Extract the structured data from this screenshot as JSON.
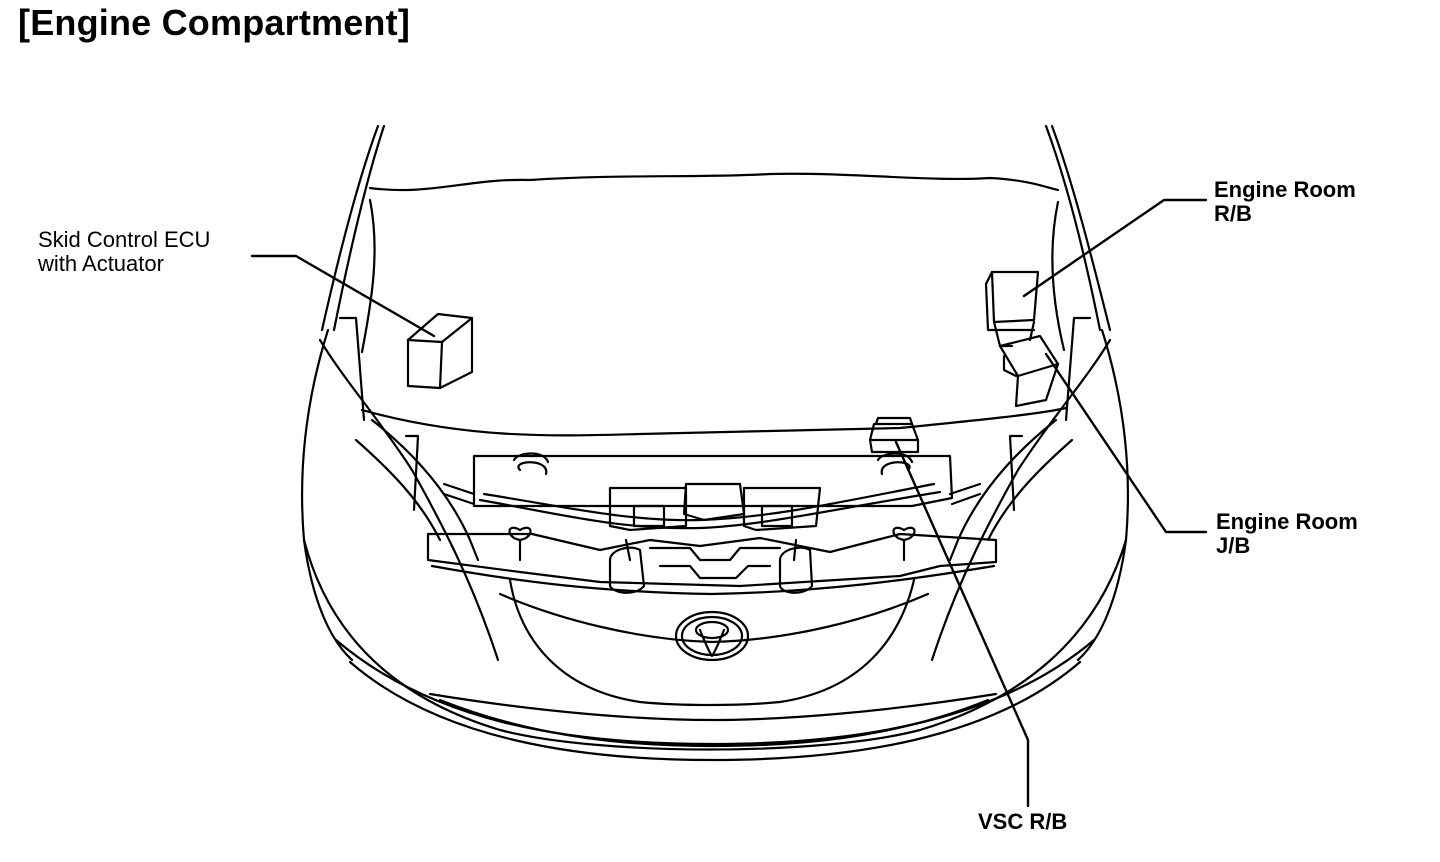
{
  "title": "[Engine Compartment]",
  "labels": {
    "skid_ecu": {
      "line1": "Skid Control ECU",
      "line2": "with Actuator"
    },
    "engine_room_rb": {
      "line1": "Engine Room",
      "line2": "R/B"
    },
    "engine_room_jb": {
      "line1": "Engine Room",
      "line2": "J/B"
    },
    "vsc_rb": {
      "line1": "VSC R/B"
    }
  }
}
